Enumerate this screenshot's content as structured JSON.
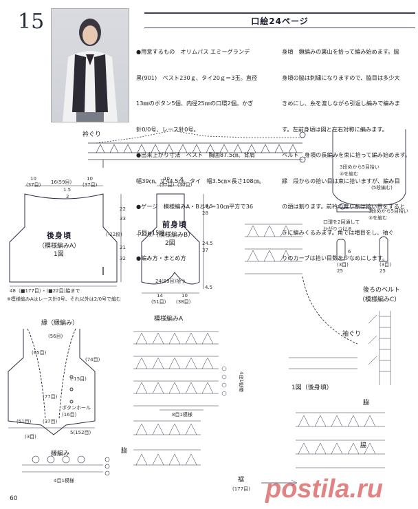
{
  "page": {
    "number_badge": "15",
    "header": "口絵24ページ",
    "page_number": "60"
  },
  "left_text": [
    "●用意するもの　オリムパス エミーグランデ",
    "黒(901)　ベスト230ｇ、タイ20ｇ＝3玉。直径",
    "13㎜のボタン5個、内径25㎜の口環2個。かぎ",
    "針0/0号、レース針0号。",
    "●出来上がり寸法　ベスト　胸囲87.5㎝、背肩",
    "幅39㎝、丈44.5㎝。タイ　幅3.5㎝×長さ108㎝。",
    "●ゲージ　模様編みA・Bとも＝10㎝平方で36",
    ".5目×15段。",
    "●編み方・まとめ方"
  ],
  "right_text": [
    "身頃　鎖編みの裏山を拾って編み始めます。脇",
    "身頃の脇は刺繍になりますので、脇目は多少大",
    "きめにし、糸を渡しながら引返し編みで編みま",
    "す。左前身頃は図と左右対称に編みます。",
    "ベルト　身頃の長編みを束に拾って編み始めます。",
    "縁　段からの拾い目は束に拾いますが、編み目",
    "の頭は割ります。前衿の渡り糸は拾い目をすると",
    "きに編みくるみます。角では増目をし、袖ぐ",
    "りのカーブは拾い目数を少なめにします。"
  ],
  "labels": {
    "armhole_top": "衿ぐり",
    "back_body": "後身頃",
    "back_pattern": "（模様編みA）",
    "back_fig": "1図",
    "front_body": "前身頃",
    "front_pattern": "（模様編みB）",
    "front_fig": "2図",
    "edging_title": "縁（縁編み）",
    "pattern_a": "模様編みA",
    "border_title": "縁編み",
    "back_belt": "後ろのベルト",
    "back_belt_pattern": "（模様編みC）",
    "fig1_back": "1図（後身頃）",
    "armhole": "袖ぐり",
    "side": "脇",
    "hem": "裾",
    "hem_count": "(177目)",
    "pattern_a_repeat": "8目1模様",
    "edging_repeat": "4目1模様",
    "rep4": "4段1模様",
    "back_width": "48（■177目）・(■22目)脇まで",
    "back_note": "※模様編みAはレース針0号、それ以外は2/0号で編む",
    "front_hem": "24(89目)拾う",
    "front_bottom_left": "14",
    "front_bottom_left_s": "(51目)",
    "front_bottom_right": "10",
    "front_bottom_right_s": "(38目)",
    "buttonhole": "ボタンホール",
    "buttonhole_s": "(3目)",
    "ring_note": "口環を2回通して\nかがりつける",
    "belt_note_a": "3段めから5目拾い\n④を編む",
    "belt_note_b": "3段めから5目拾い\n⑤を編む",
    "ring_label": "(5段編む)",
    "dim_10": "10",
    "dim_16": "16(59目)",
    "dim_37": "(37目)",
    "dim_15": "1.5",
    "dim_2": "2",
    "dim_22": "22",
    "dim_33": "33",
    "dim_8": "8",
    "dim_30": "(30目)",
    "dim_185": "18.5",
    "dim_28": "28",
    "dim_24": "24.5",
    "dim_37b": "37",
    "dim_21": "21",
    "dim_32": "32",
    "dim_45": "4.5",
    "dim_neg22": "(-22段)",
    "dim_56": "(56目)",
    "dim_65": "(65目)",
    "dim_74": "(74目)",
    "dim_15b": "(-15目)",
    "dim_77": "(77目)",
    "dim_16b": "(16目)",
    "dim_51": "(51目)",
    "dim_37c": "(37目)",
    "dim_3": "(3目)",
    "dim_152": "5(152目)",
    "dim_25": "2.5",
    "dim_6": "6",
    "dim_3b": "(3目)",
    "dim_25b": "25"
  },
  "watermark": "postila.ru"
}
